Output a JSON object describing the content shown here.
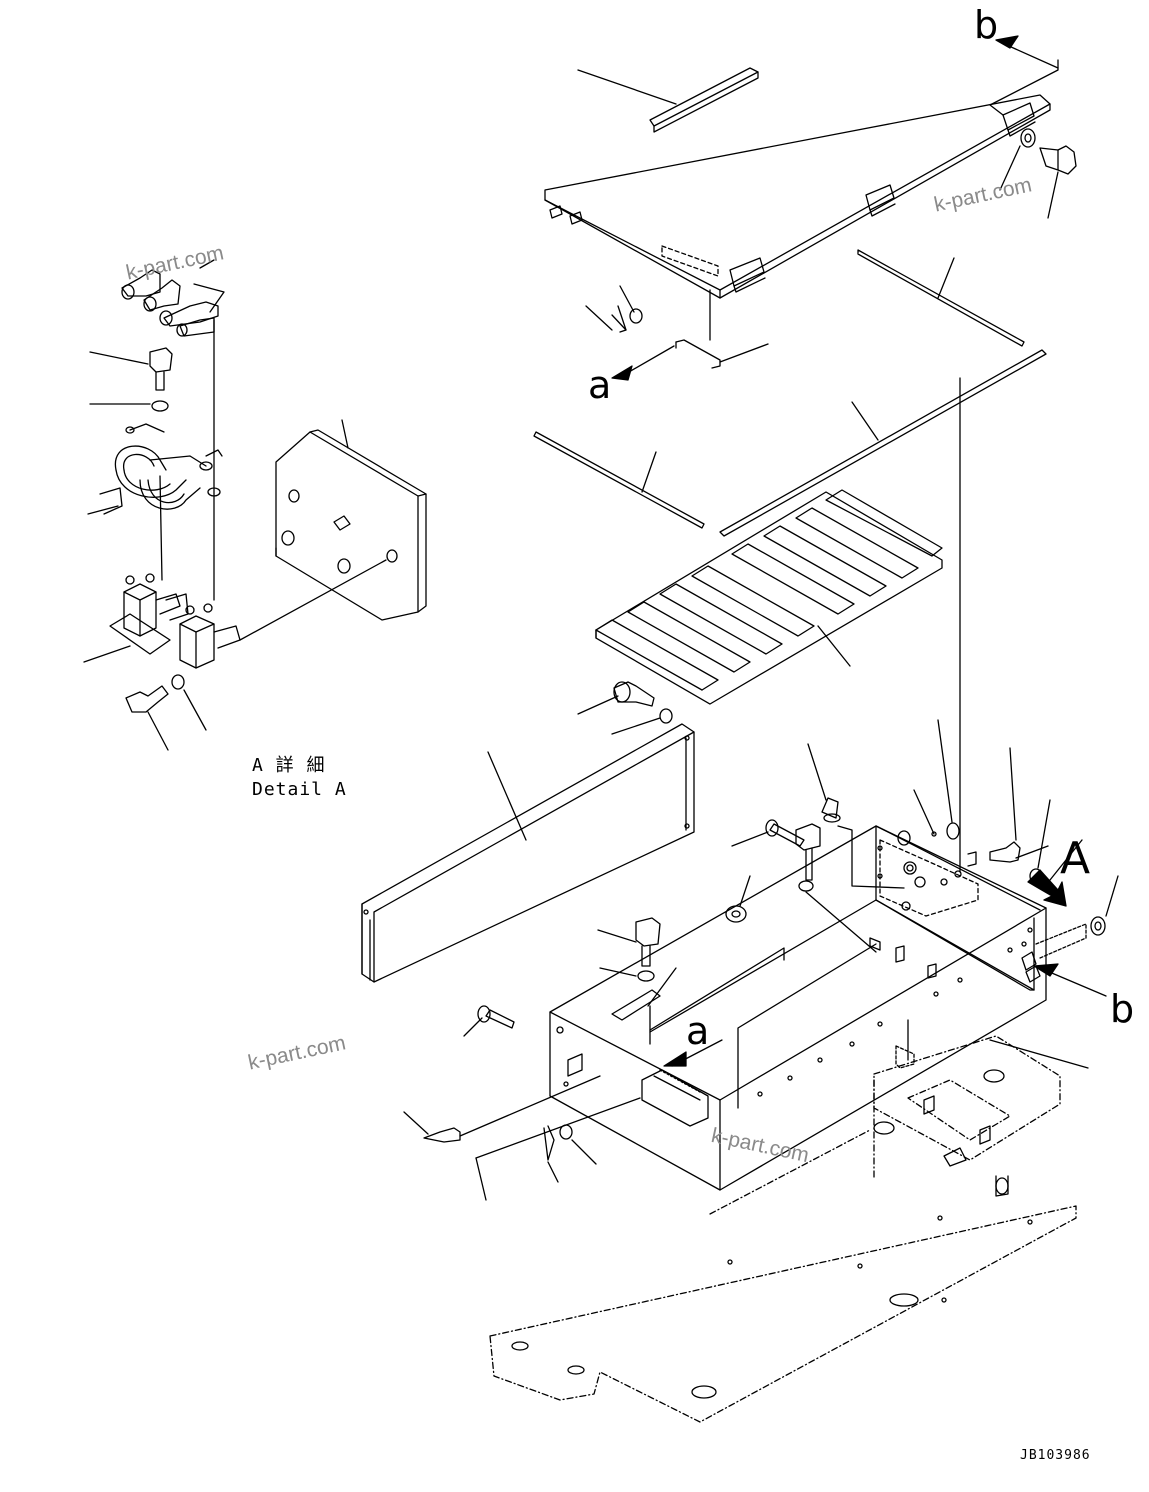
{
  "diagram": {
    "callout_letters": {
      "b_top": "b",
      "a_top": "a",
      "A_main": "A",
      "b_right": "b",
      "a_bottom": "a"
    },
    "detail_caption": {
      "line1": "A 詳 細",
      "line2": "Detail A"
    },
    "watermarks": [
      "k-part.com",
      "k-part.com",
      "k-part.com",
      "k-part.com"
    ],
    "drawing_code": "JB103986"
  },
  "colors": {
    "line": "#000000",
    "watermark": "#8a8a8a",
    "background": "#ffffff"
  }
}
